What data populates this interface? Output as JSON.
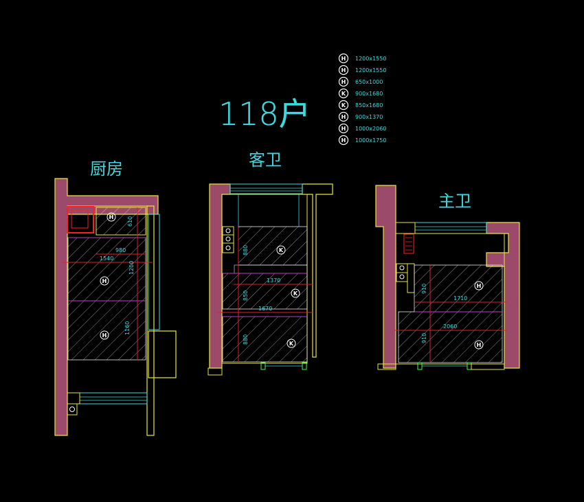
{
  "title": "118户",
  "rooms": {
    "kitchen": {
      "label": "厨房"
    },
    "guest_bath": {
      "label": "客卫"
    },
    "master_bath": {
      "label": "主卫"
    }
  },
  "legend": [
    {
      "tag": "H",
      "size": "1200x1550"
    },
    {
      "tag": "H",
      "size": "1200x1550"
    },
    {
      "tag": "H",
      "size": "650x1000"
    },
    {
      "tag": "K",
      "size": "900x1680"
    },
    {
      "tag": "K",
      "size": "850x1680"
    },
    {
      "tag": "H",
      "size": "900x1370"
    },
    {
      "tag": "H",
      "size": "1000x2060"
    },
    {
      "tag": "H",
      "size": "1000x1750"
    }
  ],
  "dimensions": {
    "kitchen": {
      "d1": "610",
      "d2": "980",
      "d3": "1540",
      "d4": "1200",
      "d5": "1160"
    },
    "guest_bath": {
      "d1": "880",
      "d2": "1370",
      "d3": "850",
      "d4": "1670",
      "d5": "880"
    },
    "master_bath": {
      "d1": "910",
      "d2": "1710",
      "d3": "2060",
      "d4": "910"
    }
  },
  "tags": {
    "kitchen": [
      "H",
      "H",
      "H"
    ],
    "guest_bath": [
      "K",
      "K",
      "K"
    ],
    "master_bath": [
      "H",
      "H"
    ]
  },
  "colors": {
    "wall": "#9b4a6a",
    "outline": "#e8e83a",
    "text": "#3fd8e0",
    "dim": "#e0202a",
    "hatch": "#ffffff",
    "center": "#c040c0"
  }
}
